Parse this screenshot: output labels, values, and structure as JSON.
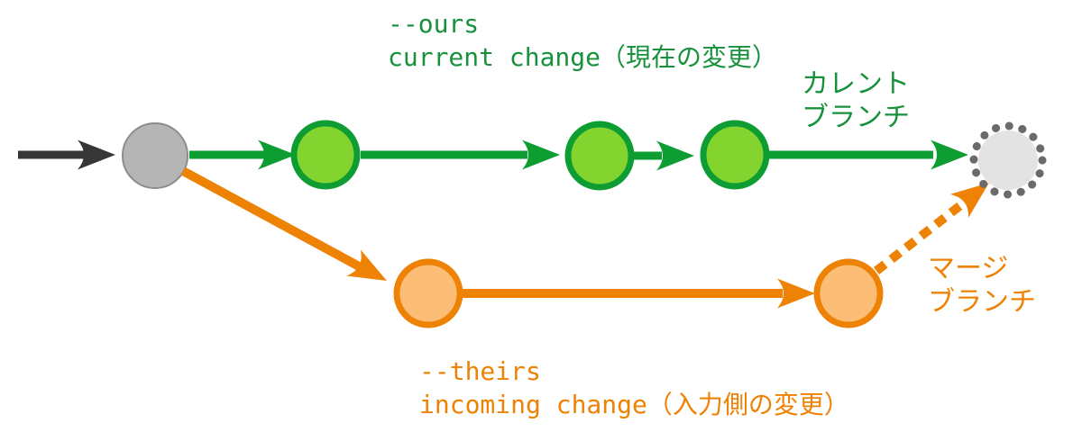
{
  "labels": {
    "ours": {
      "line1": "--ours",
      "line2": "current change（現在の変更）"
    },
    "current_branch": {
      "line1": "カレント",
      "line2": "ブランチ"
    },
    "theirs": {
      "line1": "--theirs",
      "line2": "incoming change（入力側の変更）"
    },
    "merge_branch": {
      "line1": "マージ",
      "line2": "ブランチ"
    }
  },
  "colors": {
    "green_text": "#17913c",
    "green_arrow": "#0d9d33",
    "green_node_fill": "#83d42e",
    "green_node_stroke": "#0d9d33",
    "orange": "#ee8204",
    "orange_node_fill": "#fcbe77",
    "dark_arrow": "#363636",
    "gray_node_fill": "#b5b5b5",
    "gray_node_stroke": "#8c8c8c",
    "dotted_node_fill": "#e3e3e3",
    "dotted_node_dots": "#6a6a6a"
  },
  "graph": {
    "base_commits": 1,
    "current_branch_commits": 3,
    "merge_branch_commits": 2,
    "merge_result_commits": 1,
    "merge_result_style": "dotted"
  }
}
